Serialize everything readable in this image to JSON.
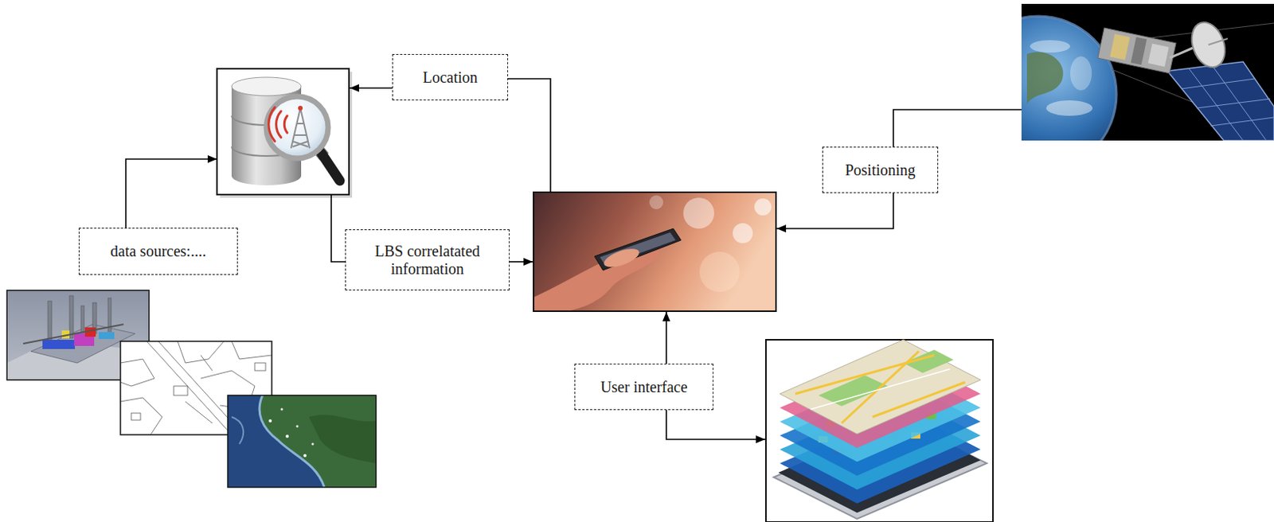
{
  "diagram": {
    "nodes": [
      {
        "text": [
          "Location"
        ]
      },
      {
        "text": [
          "data sources:...."
        ]
      },
      {
        "text": [
          "LBS correlatated information"
        ]
      },
      {
        "text": [
          "Positioning"
        ]
      },
      {
        "text": [
          "User interface"
        ]
      }
    ]
  }
}
